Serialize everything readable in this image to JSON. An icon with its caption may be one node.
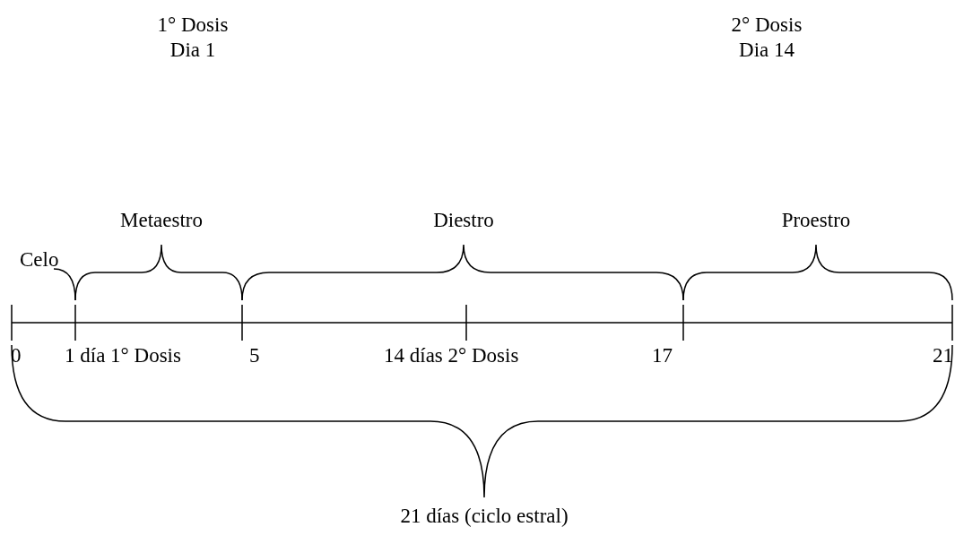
{
  "diagram": {
    "labels": [
      "1° Dosis Dia 1",
      "2° Dosis Dia 14",
      "Metaestro",
      "Diestro",
      "Proestro",
      "Celo",
      "0",
      "1 día 1° Dosis",
      "5",
      "14 días 2° Dosis",
      "17",
      "21",
      "21 días (ciclo estral)"
    ]
  }
}
